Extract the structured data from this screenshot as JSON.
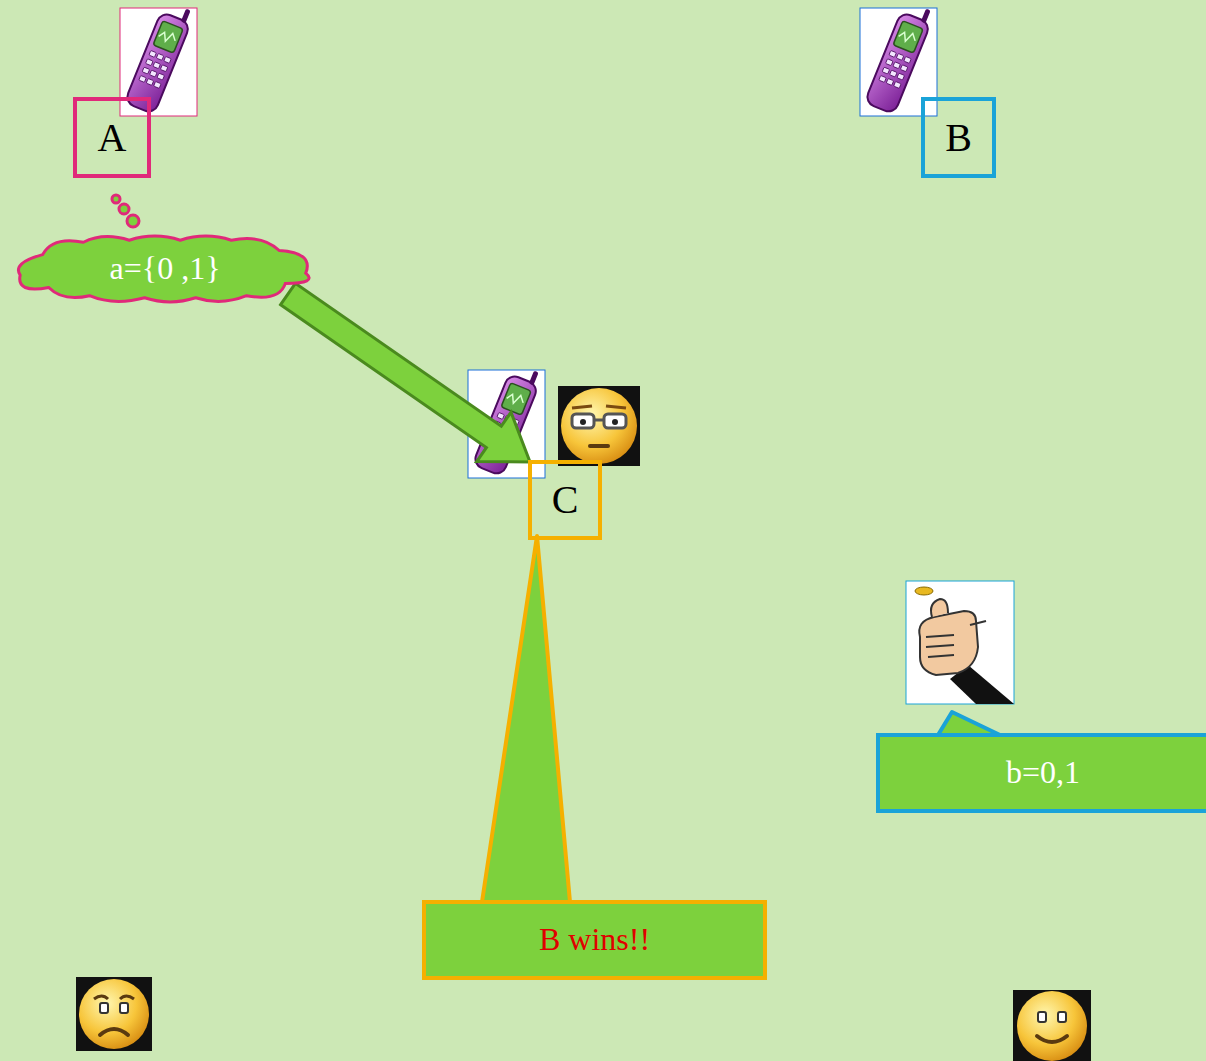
{
  "diagram": {
    "nodes": [
      {
        "text": [
          "A"
        ]
      },
      {
        "text": [
          "B"
        ]
      },
      {
        "text": [
          "a={0 ,1}"
        ]
      },
      {
        "text": [
          "C"
        ]
      },
      {
        "text": [
          "b=0,1"
        ]
      },
      {
        "text": [
          "B wins!!"
        ]
      }
    ],
    "edges": [
      {
        "from": 2,
        "to": 3,
        "arrow": "to"
      }
    ]
  }
}
